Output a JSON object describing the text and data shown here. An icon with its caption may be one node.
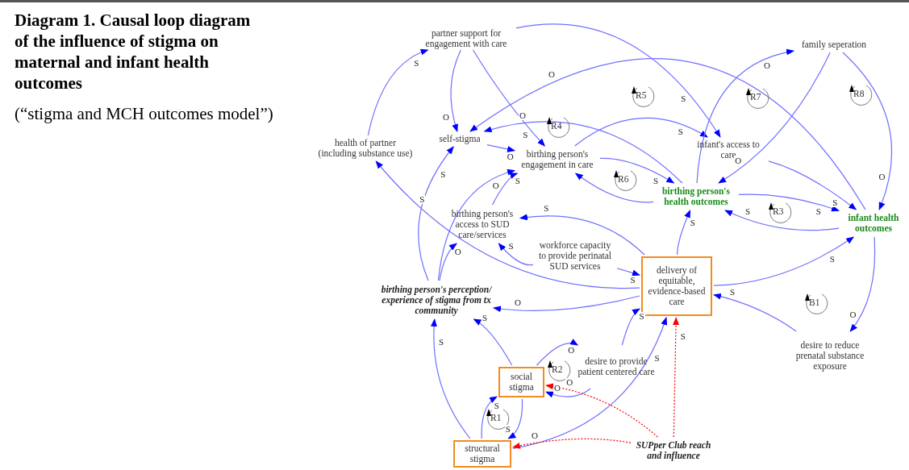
{
  "diagram": {
    "title": "Diagram 1. Causal loop diagram of the influence of stigma on maternal and infant health outcomes",
    "caption": "(“stigma and MCH outcomes model”)",
    "nodes": [
      {
        "text": [
          "partner support for engagement with care"
        ]
      },
      {
        "text": [
          "family seperation"
        ]
      },
      {
        "text": [
          "health of partner (including substance use)"
        ]
      },
      {
        "text": [
          "self-stigma"
        ]
      },
      {
        "text": [
          "infant's access to care"
        ]
      },
      {
        "text": [
          "birthing person's engagement in care"
        ]
      },
      {
        "text": [
          "birthing person's health outcomes"
        ]
      },
      {
        "text": [
          "infant health outcomes"
        ]
      },
      {
        "text": [
          "birthing person's access to SUD care/services"
        ]
      },
      {
        "text": [
          "workforce capacity to provide perinatal SUD services"
        ]
      },
      {
        "text": [
          "delivery of equitable, evidence-based care"
        ]
      },
      {
        "text": [
          "birthing person's perception/ experience of stigma from tx community"
        ]
      },
      {
        "text": [
          "desire to reduce prenatal substance exposure"
        ]
      },
      {
        "text": [
          "desire to provide patient centered care"
        ]
      },
      {
        "text": [
          "social stigma"
        ]
      },
      {
        "text": [
          "structural stigma"
        ]
      },
      {
        "text": [
          "SUPper Club reach and influence"
        ]
      }
    ],
    "edges": [
      {
        "from": 2,
        "to": 0,
        "arrow": "to",
        "label": "S"
      },
      {
        "from": 0,
        "to": 3,
        "arrow": "to",
        "label": "O"
      },
      {
        "from": 0,
        "to": 5,
        "arrow": "to",
        "label": "S"
      },
      {
        "from": 0,
        "to": 4,
        "arrow": "to",
        "label": "S"
      },
      {
        "from": 3,
        "to": 5,
        "arrow": "to",
        "label": "O"
      },
      {
        "from": 11,
        "to": 3,
        "arrow": "to",
        "label": "S"
      },
      {
        "from": 11,
        "to": 5,
        "arrow": "to",
        "label": "O"
      },
      {
        "from": 11,
        "to": 8,
        "arrow": "to",
        "label": "O"
      },
      {
        "from": 8,
        "to": 5,
        "arrow": "to",
        "label": "S"
      },
      {
        "from": 7,
        "to": 3,
        "arrow": "to",
        "label": "O"
      },
      {
        "from": 6,
        "to": 3,
        "arrow": "to",
        "label": "O"
      },
      {
        "from": 5,
        "to": 6,
        "arrow": "to",
        "label": "S"
      },
      {
        "from": 6,
        "to": 5,
        "arrow": "to"
      },
      {
        "from": 5,
        "to": 4,
        "arrow": "to",
        "label": "S"
      },
      {
        "from": 6,
        "to": 1,
        "arrow": "to",
        "label": "O"
      },
      {
        "from": 1,
        "to": 6,
        "arrow": "to",
        "label": "O"
      },
      {
        "from": 1,
        "to": 7,
        "arrow": "to",
        "label": "O"
      },
      {
        "from": 4,
        "to": 7,
        "arrow": "to",
        "label": "S"
      },
      {
        "from": 6,
        "to": 7,
        "arrow": "to",
        "label": "S"
      },
      {
        "from": 7,
        "to": 6,
        "arrow": "to",
        "label": "S"
      },
      {
        "from": 10,
        "to": 6,
        "arrow": "to",
        "label": "S"
      },
      {
        "from": 10,
        "to": 7,
        "arrow": "to",
        "label": "S"
      },
      {
        "from": 7,
        "to": 12,
        "arrow": "to",
        "label": "O"
      },
      {
        "from": 12,
        "to": 10,
        "arrow": "to",
        "label": "S"
      },
      {
        "from": 10,
        "to": 2,
        "arrow": "to",
        "label": "S"
      },
      {
        "from": 9,
        "to": 8,
        "arrow": "to",
        "label": "S"
      },
      {
        "from": 9,
        "to": 10,
        "arrow": "to",
        "label": "S"
      },
      {
        "from": 10,
        "to": 8,
        "arrow": "to",
        "label": "S"
      },
      {
        "from": 10,
        "to": 11,
        "arrow": "to",
        "label": "O"
      },
      {
        "from": 14,
        "to": 11,
        "arrow": "to",
        "label": "S"
      },
      {
        "from": 15,
        "to": 11,
        "arrow": "to",
        "label": "S"
      },
      {
        "from": 15,
        "to": 14,
        "arrow": "to",
        "label": "S"
      },
      {
        "from": 14,
        "to": 15,
        "arrow": "to",
        "label": "S"
      },
      {
        "from": 14,
        "to": 13,
        "arrow": "to",
        "label": "O"
      },
      {
        "from": 13,
        "to": 14,
        "arrow": "to",
        "label": "O"
      },
      {
        "from": 13,
        "to": 10,
        "arrow": "to",
        "label": "S"
      },
      {
        "from": 15,
        "to": 10,
        "arrow": "to",
        "label": "S"
      },
      {
        "from": 16,
        "to": 10,
        "arrow": "to",
        "label": "S",
        "style": "dashed",
        "color": "#ff0000"
      },
      {
        "from": 16,
        "to": 14,
        "arrow": "to",
        "label": "O",
        "style": "dashed",
        "color": "#ff0000"
      },
      {
        "from": 16,
        "to": 15,
        "arrow": "to",
        "label": "O",
        "style": "dashed",
        "color": "#ff0000"
      }
    ],
    "labels": [
      "R5",
      "R7",
      "R8",
      "R4",
      "R6",
      "R3",
      "B1",
      "R2",
      "R1"
    ]
  }
}
